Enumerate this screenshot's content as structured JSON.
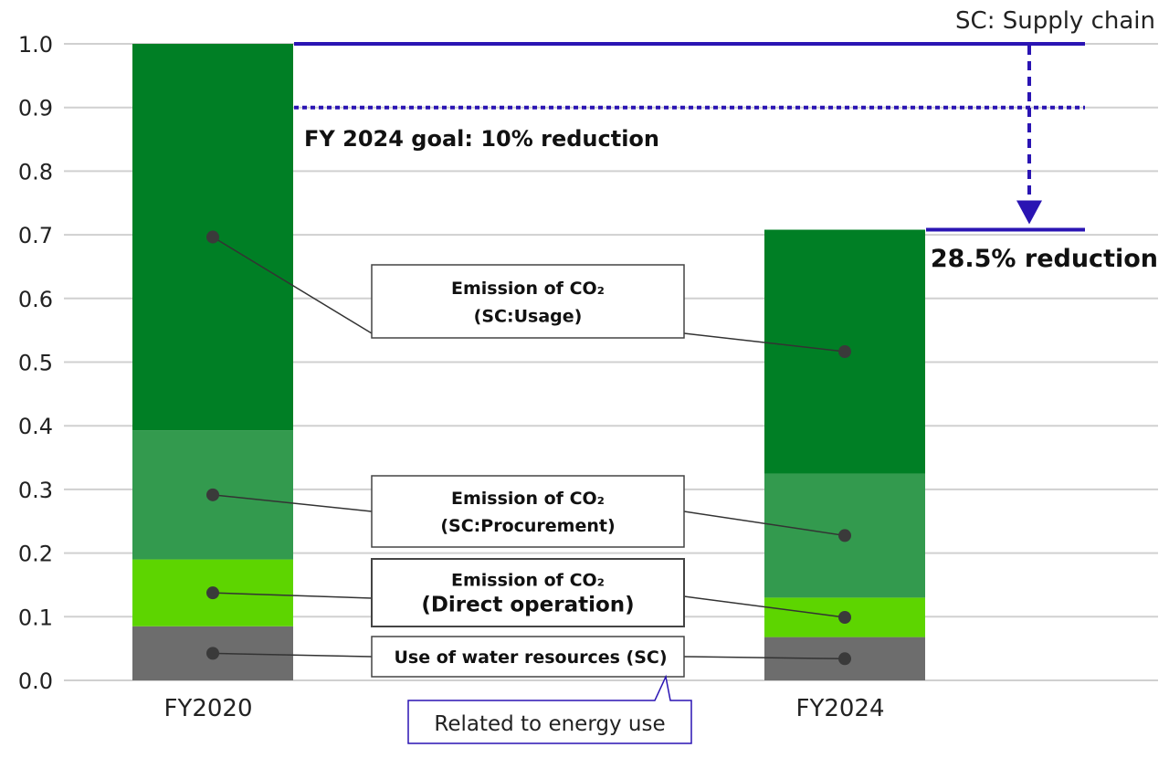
{
  "chart_data": {
    "type": "bar",
    "stacked": true,
    "categories": [
      "FY2020",
      "FY2024"
    ],
    "ylim": [
      0,
      1.0
    ],
    "yticks": [
      "0.0",
      "0.1",
      "0.2",
      "0.3",
      "0.4",
      "0.5",
      "0.6",
      "0.7",
      "0.8",
      "0.9",
      "1.0"
    ],
    "grid": true,
    "series": [
      {
        "key": "water",
        "label_lines": [
          "Use of water resources (SC)"
        ],
        "values": [
          0.085,
          0.068
        ],
        "color": "#6d6d6d"
      },
      {
        "key": "direct",
        "label_lines": [
          "Emission of CO₂",
          "(Direct operation)"
        ],
        "values": [
          0.105,
          0.062
        ],
        "color": "#5dd500"
      },
      {
        "key": "procurement",
        "label_lines": [
          "Emission of CO₂",
          "(SC:Procurement)"
        ],
        "values": [
          0.203,
          0.195
        ],
        "color": "#339a4e"
      },
      {
        "key": "usage",
        "label_lines": [
          "Emission of CO₂",
          "(SC:Usage)"
        ],
        "values": [
          0.607,
          0.383
        ],
        "color": "#007f25"
      }
    ],
    "reference_lines": {
      "baseline": 1.0,
      "goal": 0.9,
      "actual": 0.708,
      "color": "#2a14b3"
    },
    "annotations": {
      "legend_note": "SC: Supply chain",
      "goal_text": "FY 2024 goal: 10% reduction",
      "result_text": "28.5% reduction",
      "energy_note": "Related to energy use"
    }
  }
}
